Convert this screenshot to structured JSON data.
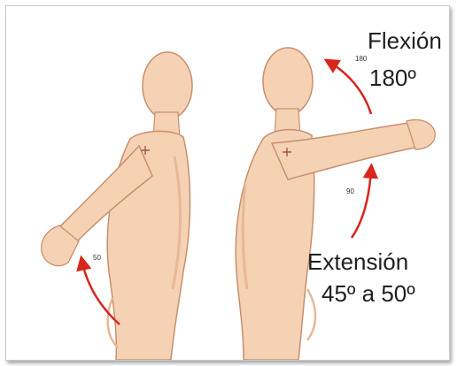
{
  "labels": {
    "flexion_title": "Flexión",
    "flexion_value": "180º",
    "extension_title": "Extensión",
    "extension_value": "45º a 50º"
  },
  "degree_marks": {
    "deg_180": "180",
    "deg_90": "90",
    "deg_50": "50"
  },
  "colors": {
    "panel_background": "#ffffff",
    "skin": "#f6d2b4",
    "skin_shadow": "#e8b896",
    "outline": "#c78f6e",
    "arrow": "#d7261e",
    "text": "#1f1f1f"
  },
  "icons": {
    "left_figure": "human-figure-extension",
    "right_figure": "human-figure-flexion",
    "arrow_flexion": "curved-arrow-up",
    "arrow_extension": "curved-arrow-back"
  }
}
